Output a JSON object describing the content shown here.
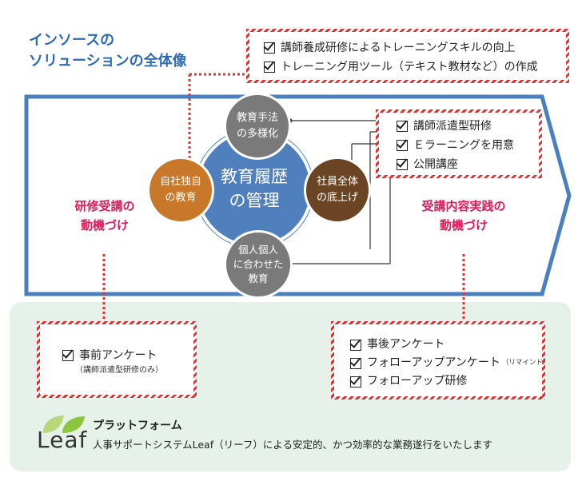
{
  "title_line1": "インソースの",
  "title_line2": "ソリューションの全体像",
  "top_box": {
    "items": [
      "講師養成研修によるトレーニングスキルの向上",
      "トレーニング用ツール（テキスト教材など）の作成"
    ]
  },
  "center_circle": {
    "line1": "教育履歴",
    "line2": "の管理"
  },
  "circles": {
    "top": {
      "line1": "教育手法",
      "line2": "の多様化"
    },
    "left": {
      "line1": "自社独自",
      "line2": "の教育"
    },
    "right": {
      "line1": "社員全体",
      "line2": "の底上げ"
    },
    "bottom": {
      "line1": "個人個人",
      "line2": "に合わせた",
      "line3": "教育"
    }
  },
  "right_box": {
    "items": [
      "講師派遣型研修",
      "Ｅラーニングを用意",
      "公開講座"
    ]
  },
  "left_label": {
    "line1": "研修受講の",
    "line2": "動機づけ"
  },
  "right_label": {
    "line1": "受講内容実践の",
    "line2": "動機づけ"
  },
  "bottom_left_box": {
    "item": "事前アンケート",
    "note": "（講師派遣型研修のみ）"
  },
  "bottom_right_box": {
    "items": [
      "事後アンケート",
      "フォローアップアンケート",
      "フォローアップ研修"
    ],
    "reminder_note": "（リマインド）"
  },
  "platform": {
    "logo_text": "Leaf",
    "heading": "プラットフォーム",
    "description": "人事サポートシステムLeaf（リーフ）による安定的、かつ効率的な業務遂行をいたします"
  },
  "colors": {
    "title_blue": "#2d6bb4",
    "arrow_outline": "#4a7fc0",
    "center_blue": "#4f7fbd",
    "gray_circle": "#7a7a7a",
    "orange_circle": "#c9782a",
    "brown_circle": "#6b4424",
    "label_pink": "#e2195a",
    "dash_red": "#e03030",
    "panel_green": "#e6f1ea",
    "leaf_green": "#8cc63f"
  }
}
